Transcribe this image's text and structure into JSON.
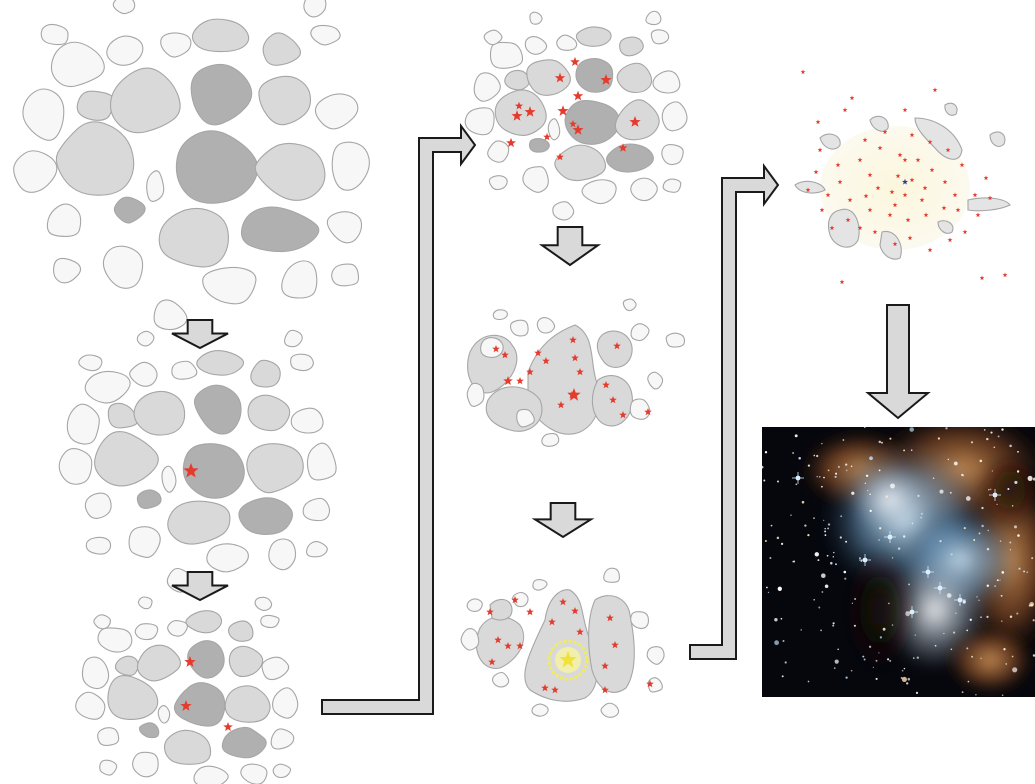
{
  "diagram": {
    "kind": "star-formation-sequence",
    "colors": {
      "cloud_light": "#f7f7f7",
      "cloud_mid": "#d9d9d9",
      "cloud_dark": "#b0b0b0",
      "cloud_stroke": "#a6a6a6",
      "arrow_fill": "#d9d9d9",
      "arrow_stroke": "#1a1a1a",
      "star_red": "#e53b2c",
      "glow_yellow": "#f2ec5a",
      "halo": "#fbf7e4",
      "nebula_bg": "#05070d",
      "nebula_orange": "#b4642a",
      "nebula_blue": "#8fbfe0"
    },
    "stages": [
      {
        "id": "cloud",
        "stars": 0
      },
      {
        "id": "first-core",
        "stars": 1
      },
      {
        "id": "fragmenting",
        "stars": 3
      },
      {
        "id": "cluster-forming",
        "stars": 15
      },
      {
        "id": "cluster-growing",
        "stars": 17
      },
      {
        "id": "massive-star",
        "stars": 18
      },
      {
        "id": "dispersal",
        "stars": 60
      },
      {
        "id": "nebula-photo",
        "stars": 0
      }
    ]
  }
}
